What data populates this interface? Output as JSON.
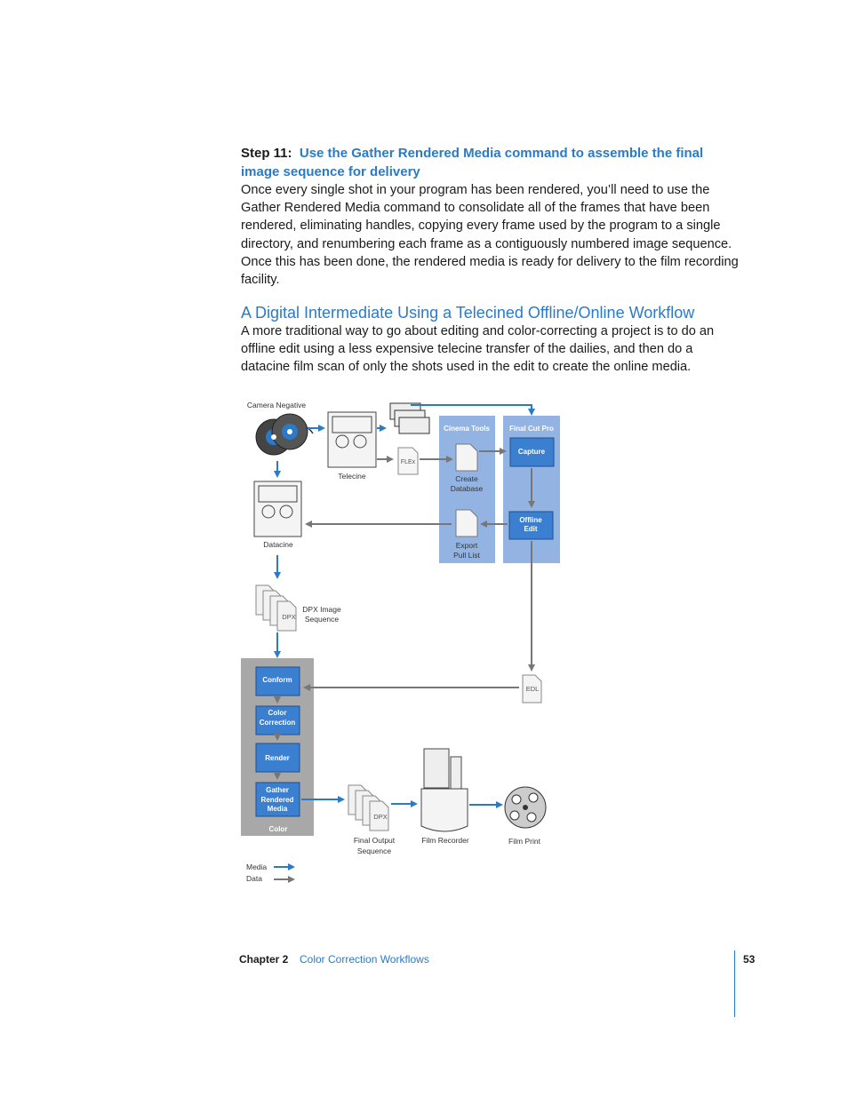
{
  "step": {
    "number": "Step 11:",
    "title": "Use the Gather Rendered Media command to assemble the final image sequence for delivery",
    "body": "Once every single shot in your program has been rendered, you’ll need to use the Gather Rendered Media command to consolidate all of the frames that have been rendered, eliminating handles, copying every frame used by the program to a single directory, and renumbering each frame as a contiguously numbered image sequence. Once this has been done, the rendered media is ready for delivery to the film recording facility."
  },
  "section": {
    "heading": "A Digital Intermediate Using a Telecined Offline/Online Workflow",
    "body": "A more traditional way to go about editing and color-correcting a project is to do an offline edit using a less expensive telecine transfer of the dailies, and then do a datacine film scan of only the shots used in the edit to create the online media."
  },
  "diagram": {
    "camera_negative": "Camera Negative",
    "telecine": "Telecine",
    "flex": "FLEx",
    "cinema_tools": "Cinema Tools",
    "final_cut_pro": "Final Cut Pro",
    "capture": "Capture",
    "create_db_1": "Create",
    "create_db_2": "Database",
    "export_1": "Export",
    "export_2": "Pull List",
    "offline_1": "Offline",
    "offline_2": "Edit",
    "datacine": "Datacine",
    "dpx": "DPX",
    "dpx_seq_1": "DPX Image",
    "dpx_seq_2": "Sequence",
    "conform": "Conform",
    "color_corr_1": "Color",
    "color_corr_2": "Correction",
    "render": "Render",
    "gather_1": "Gather",
    "gather_2": "Rendered",
    "gather_3": "Media",
    "color": "Color",
    "edl": "EDL",
    "final_out_1": "Final Output",
    "final_out_2": "Sequence",
    "film_recorder": "Film Recorder",
    "film_print": "Film Print",
    "legend_media": "Media",
    "legend_data": "Data",
    "colors": {
      "media": "#2a7ac7",
      "data": "#777777",
      "panel": "#93b4e3",
      "box": "#3a7fd0",
      "color_panel": "#a8a8a8"
    }
  },
  "footer": {
    "chapter": "Chapter 2",
    "section": "Color Correction Workflows",
    "page": "53"
  }
}
